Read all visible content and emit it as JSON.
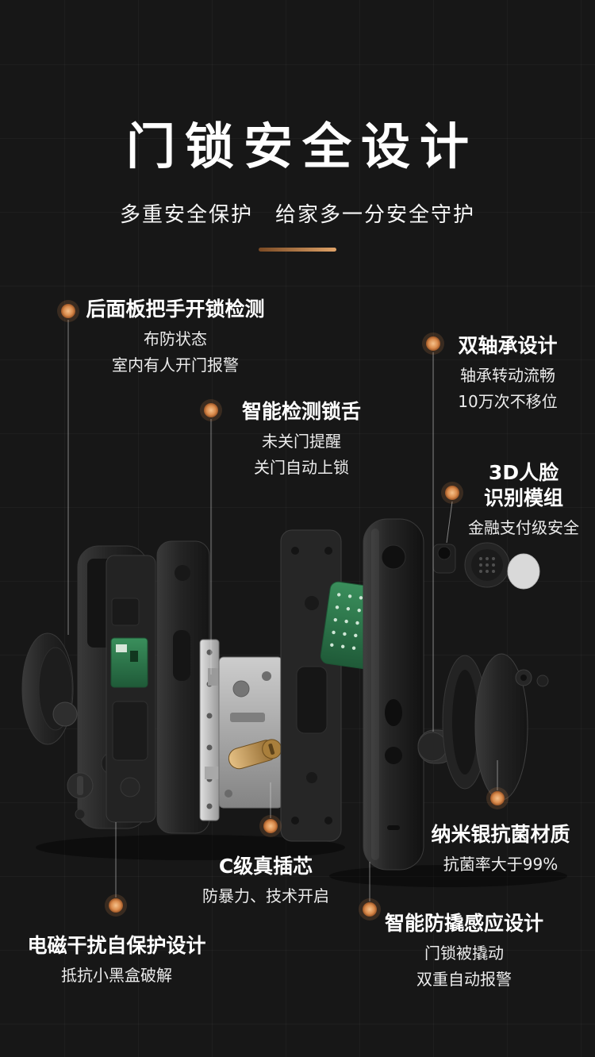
{
  "header": {
    "title": "门锁安全设计",
    "subtitle": "多重安全保护　给家多一分安全守护"
  },
  "callouts": [
    {
      "title": "后面板把手开锁检测",
      "lines": [
        "布防状态",
        "室内有人开门报警"
      ]
    },
    {
      "title": "智能检测锁舌",
      "lines": [
        "未关门提醒",
        "关门自动上锁"
      ]
    },
    {
      "title": "双轴承设计",
      "lines": [
        "轴承转动流畅",
        "10万次不移位"
      ]
    },
    {
      "title_lines": [
        "3D人脸",
        "识别模组"
      ],
      "lines": [
        "金融支付级安全"
      ]
    },
    {
      "title": "纳米银抗菌材质",
      "lines": [
        "抗菌率大于99%"
      ]
    },
    {
      "title": "C级真插芯",
      "lines": [
        "防暴力、技术开启"
      ]
    },
    {
      "title": "电磁干扰自保护设计",
      "lines": [
        "抵抗小黑盒破解"
      ]
    },
    {
      "title": "智能防撬感应设计",
      "lines": [
        "门锁被撬动",
        "双重自动报警"
      ]
    }
  ],
  "colors": {
    "background": "#171717",
    "accent_dot": "#d98a4b",
    "title_text": "#ffffff",
    "body_text": "#ececec",
    "divider_start": "#7a4a24",
    "divider_end": "#e0a368",
    "cylinder_gold": "#c9a15c",
    "pcb_green": "#2f7a4c"
  }
}
